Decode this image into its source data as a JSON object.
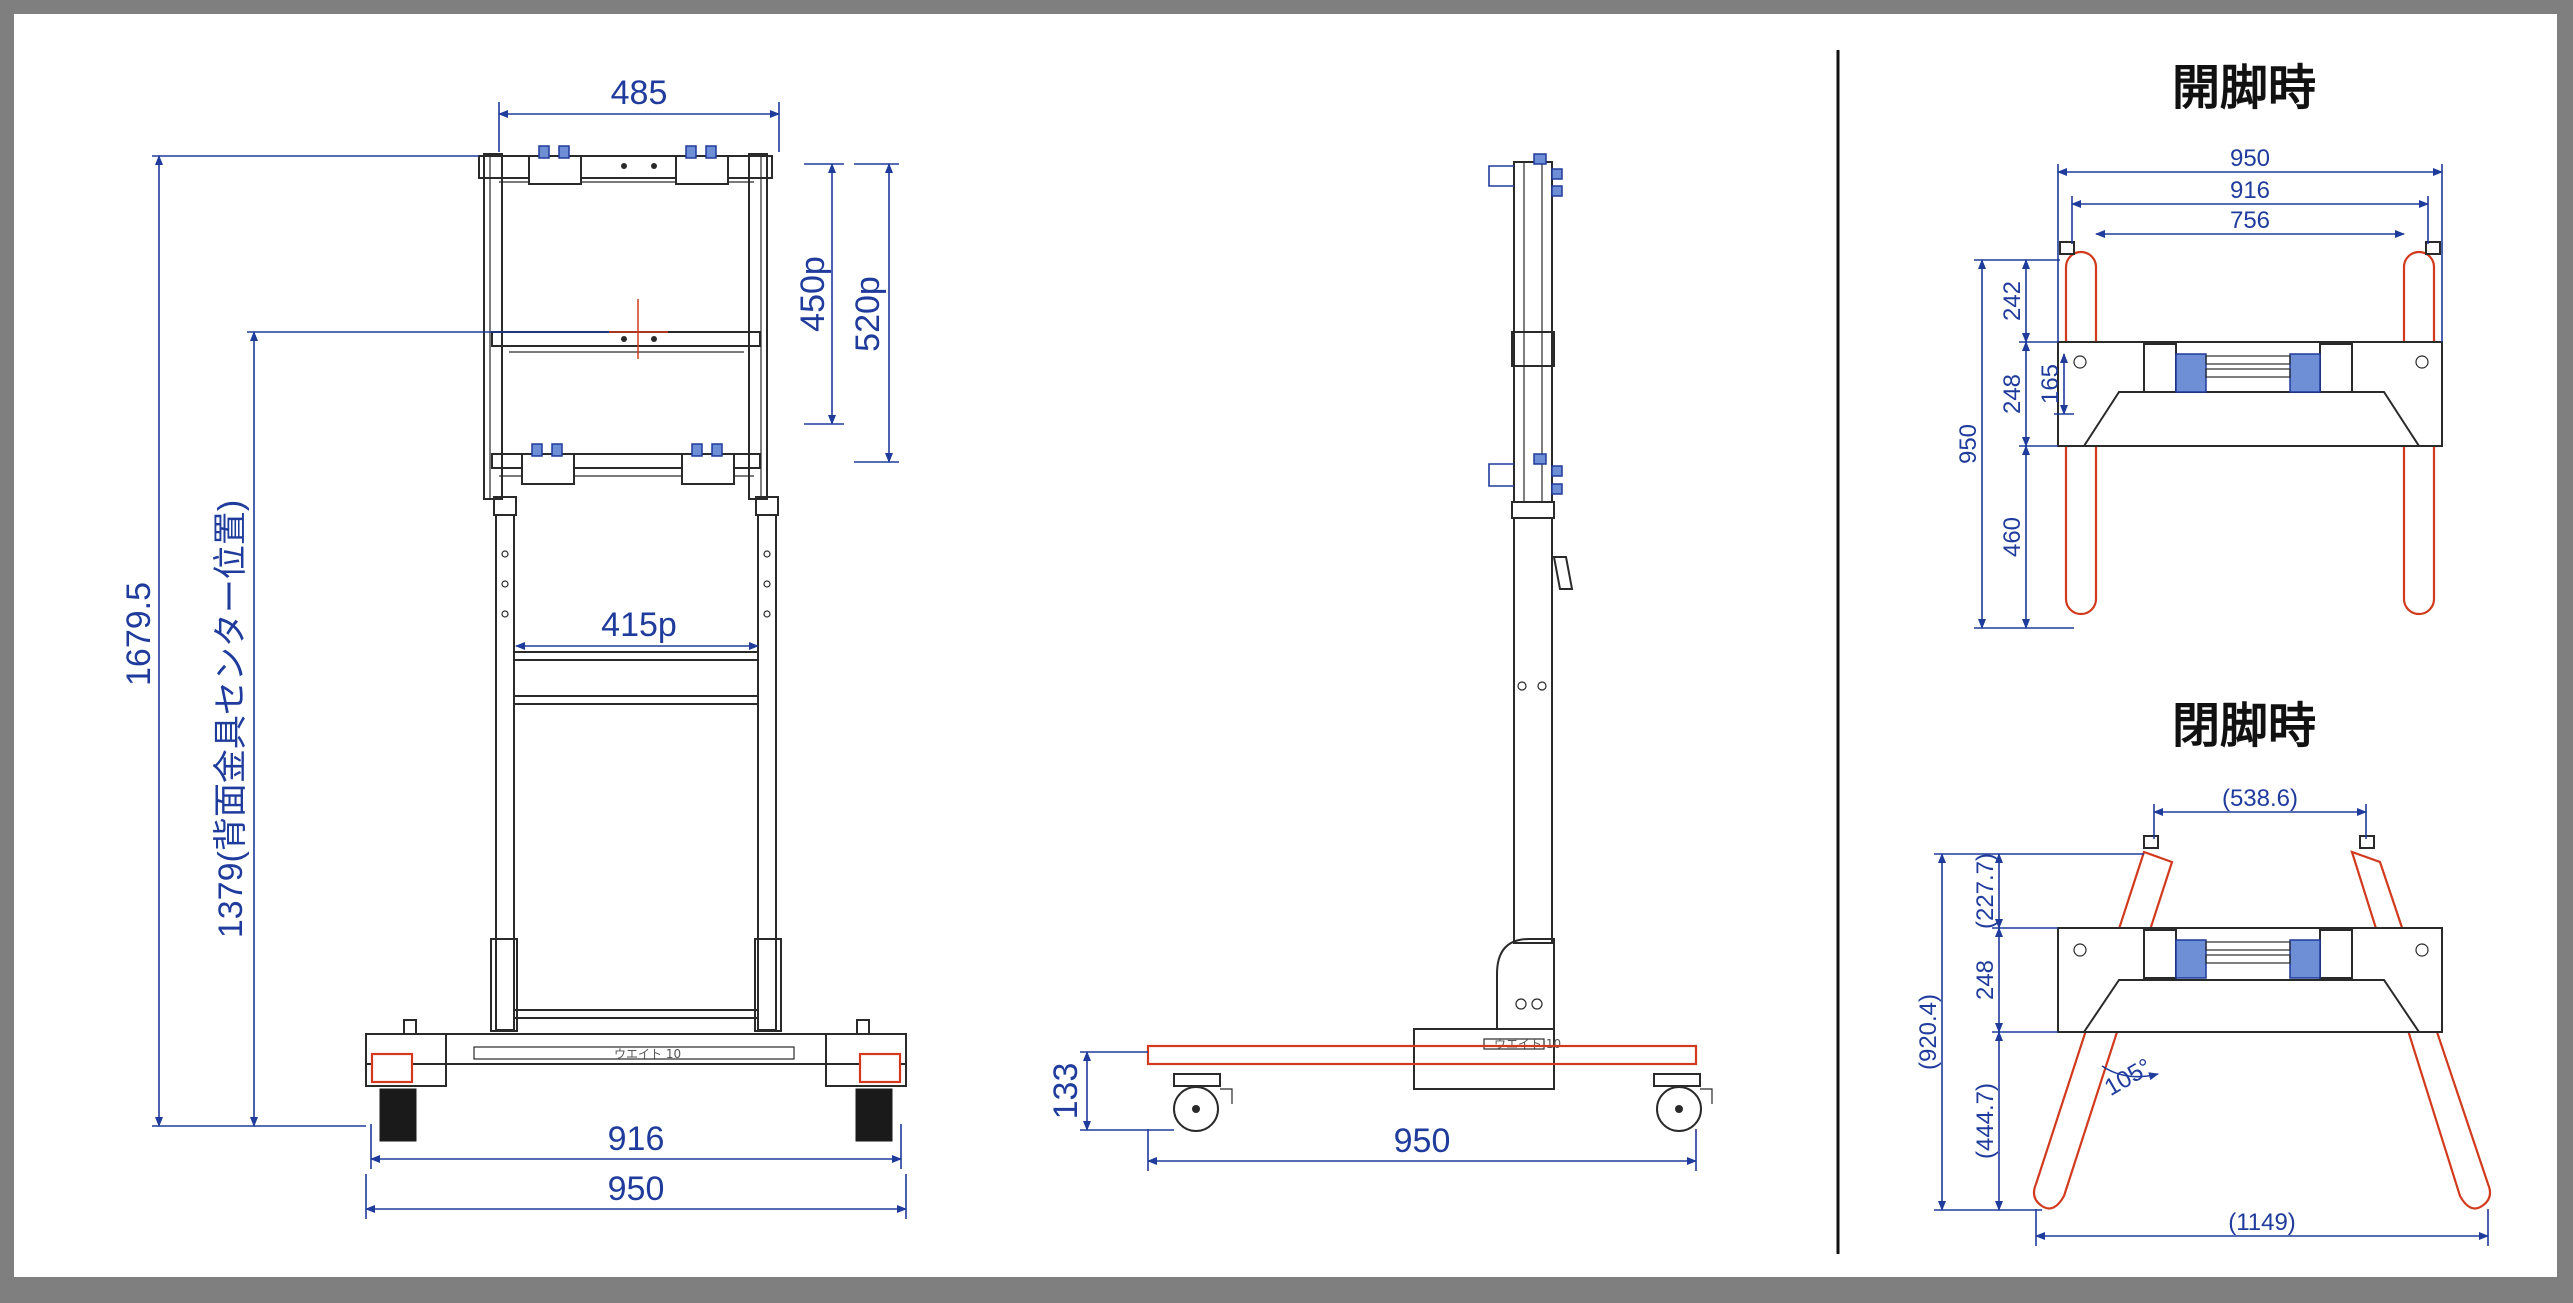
{
  "front_view": {
    "top_width": "485",
    "total_height": "1679.5",
    "center_height": "1379(背面金具センター位置)",
    "pitch_inner": "450p",
    "pitch_outer": "520p",
    "leg_pitch": "415p",
    "wheel_width": "916",
    "base_width": "950"
  },
  "side_view": {
    "caster_height": "133",
    "base_depth": "950"
  },
  "open_view": {
    "title": "開脚時",
    "width_outer": "950",
    "width_mid": "916",
    "width_inner": "756",
    "h_total": "950",
    "h_top": "242",
    "h_mid": "248",
    "h_bracket": "165",
    "h_bottom": "460"
  },
  "closed_view": {
    "title": "閉脚時",
    "top_width": "(538.6)",
    "bottom_width": "(1149)",
    "h_total": "(920.4)",
    "h_top": "(227.7)",
    "h_mid": "248",
    "h_bottom": "(444.7)",
    "angle": "105°"
  },
  "colors": {
    "dimension": "#1f3b9c",
    "outline": "#2a2a2a",
    "leg": "#d23a1e",
    "border": "#7f7f7f"
  }
}
